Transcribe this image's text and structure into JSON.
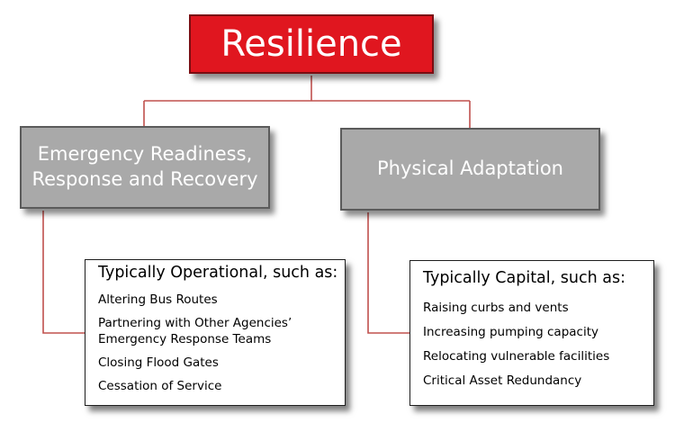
{
  "root": {
    "label": "Resilience"
  },
  "categories": [
    {
      "label_lines": [
        "Emergency Readiness,",
        "Response and Recovery"
      ],
      "detail": {
        "heading": "Typically Operational, such as:",
        "items": [
          [
            "Altering Bus Routes"
          ],
          [
            "Partnering with Other Agencies’",
            "Emergency Response Teams"
          ],
          [
            "Closing Flood Gates"
          ],
          [
            "Cessation of Service"
          ]
        ]
      }
    },
    {
      "label_lines": [
        "Physical Adaptation"
      ],
      "detail": {
        "heading": "Typically Capital, such as:",
        "items": [
          [
            "Raising curbs and vents"
          ],
          [
            "Increasing pumping capacity"
          ],
          [
            "Relocating vulnerable facilities"
          ],
          [
            "Critical Asset Redundancy"
          ]
        ]
      }
    }
  ],
  "colors": {
    "root_fill": "#e0161f",
    "category_fill": "#a9a9a9",
    "connector": "#c0504d",
    "detail_border": "#1e1e1e"
  }
}
